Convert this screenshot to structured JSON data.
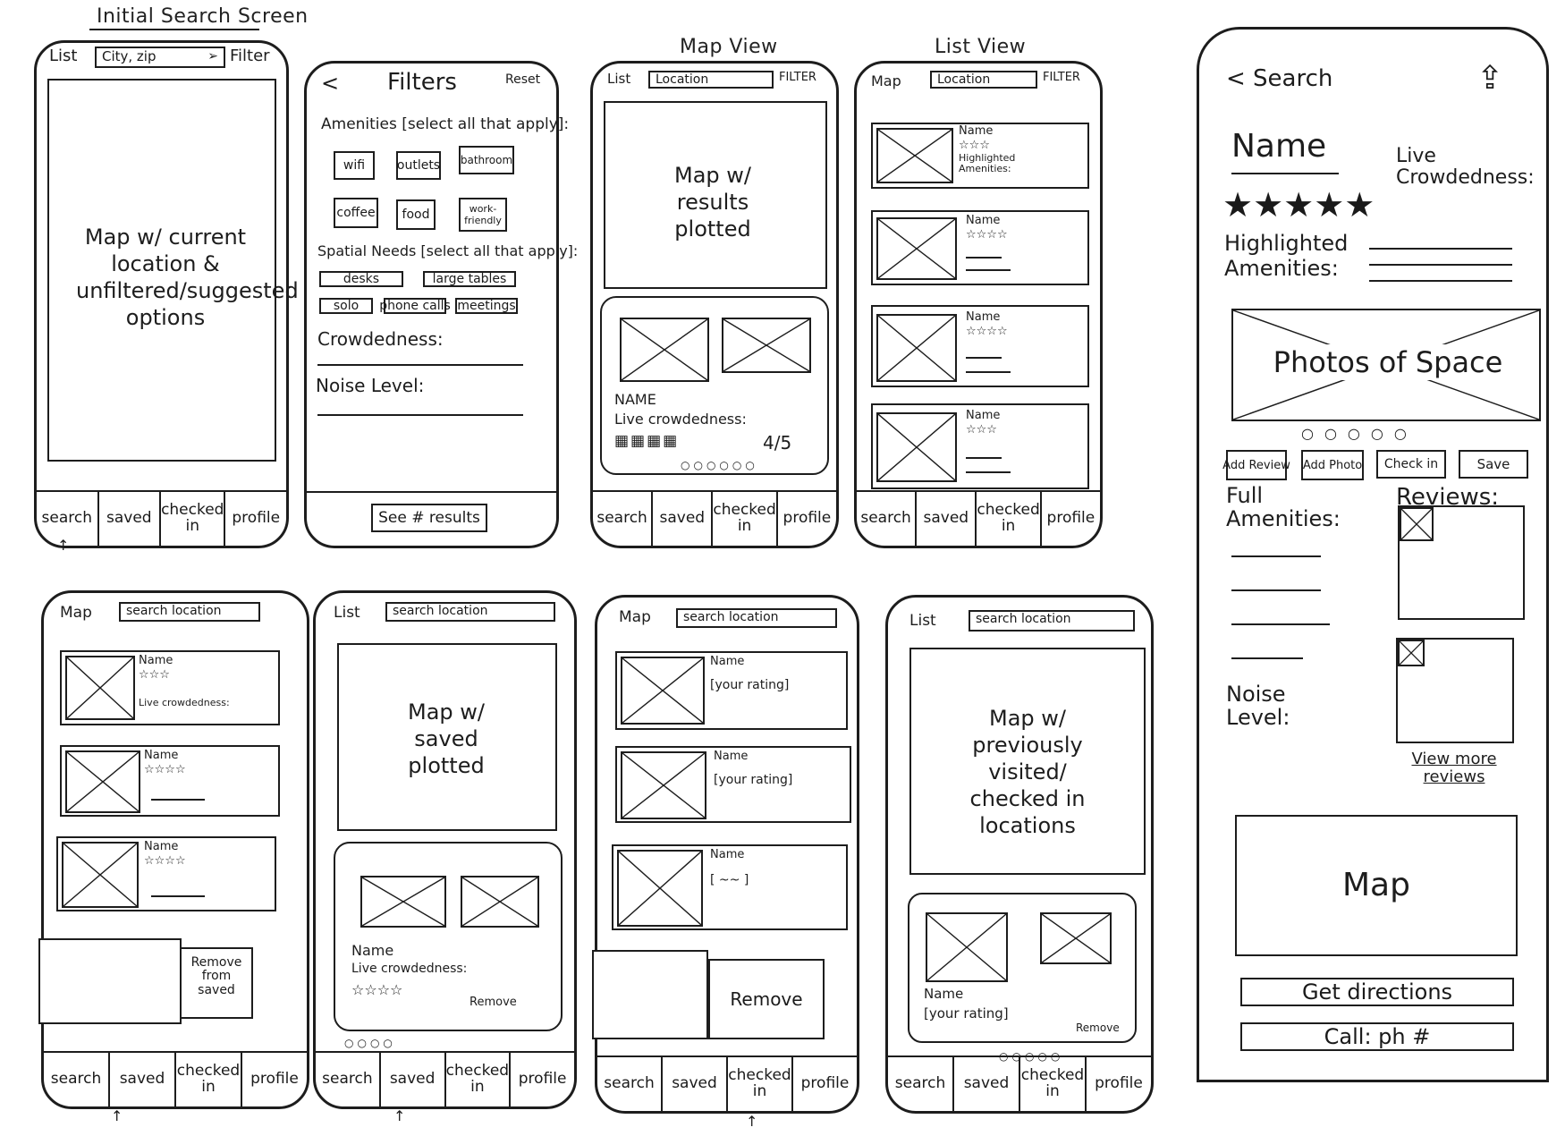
{
  "captions": {
    "initial": "Initial Search Screen",
    "map_view": "Map View",
    "list_view": "List View"
  },
  "tabs": {
    "search": "search",
    "saved": "saved",
    "checked_in": "checked in",
    "profile": "profile"
  },
  "screen1": {
    "list": "List",
    "search_value": "City, zip",
    "filter": "Filter",
    "map_text": "Map w/ current location & unfiltered/suggested options"
  },
  "screen2": {
    "back": "<",
    "title": "Filters",
    "reset": "Reset",
    "amenities_label": "Amenities [select all that apply]:",
    "amenities": [
      "wifi",
      "outlets",
      "bathroom",
      "coffee",
      "food",
      "work-friendly"
    ],
    "spatial_label": "Spatial Needs [select all that apply]:",
    "spatial": [
      "desks",
      "large tables",
      "solo",
      "phone calls",
      "meetings"
    ],
    "crowdedness": "Crowdedness:",
    "noise": "Noise Level:",
    "see_results": "See # results"
  },
  "screen3": {
    "list": "List",
    "search_value": "Location",
    "filter": "FILTER",
    "map_text": "Map w/ results plotted",
    "name": "NAME",
    "live": "Live crowdedness:",
    "score": "4/5"
  },
  "screen4": {
    "map": "Map",
    "search_value": "Location",
    "filter": "FILTER",
    "name": "Name",
    "highlighted": "Highlighted Amenities:"
  },
  "screen5": {
    "map": "Map",
    "search_placeholder": "search location",
    "name": "Name",
    "live": "Live crowdedness:",
    "remove_from_saved": "Remove from saved"
  },
  "screen6": {
    "list": "List",
    "search_placeholder": "search location",
    "map_text": "Map w/ saved plotted",
    "name": "Name",
    "live": "Live crowdedness:",
    "remove": "Remove"
  },
  "screen7": {
    "map": "Map",
    "search_placeholder": "search location",
    "name": "Name",
    "your_rating": "[your rating]",
    "remove": "Remove"
  },
  "screen8": {
    "list": "List",
    "search_placeholder": "search location",
    "map_text": "Map w/ previously visited/ checked in locations",
    "name": "Name",
    "your_rating": "[your rating]",
    "remove": "Remove"
  },
  "detail": {
    "back": "< Search",
    "name": "Name",
    "live": "Live Crowdedness:",
    "highlighted": "Highlighted Amenities:",
    "photos": "Photos of Space",
    "buttons": [
      "Add Review",
      "Add Photo",
      "Check in",
      "Save"
    ],
    "full_amenities": "Full Amenities:",
    "reviews": "Reviews:",
    "noise": "Noise Level:",
    "view_more": "View more reviews",
    "map": "Map",
    "directions": "Get directions",
    "call": "Call: ph #"
  }
}
